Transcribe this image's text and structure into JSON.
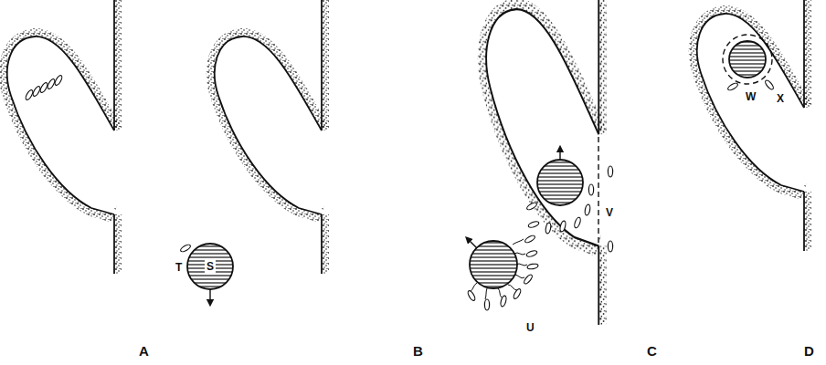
{
  "diagram": {
    "labels": [
      "T",
      "S",
      "A",
      "B",
      "U",
      "V",
      "C",
      "W",
      "X",
      "D"
    ]
  }
}
